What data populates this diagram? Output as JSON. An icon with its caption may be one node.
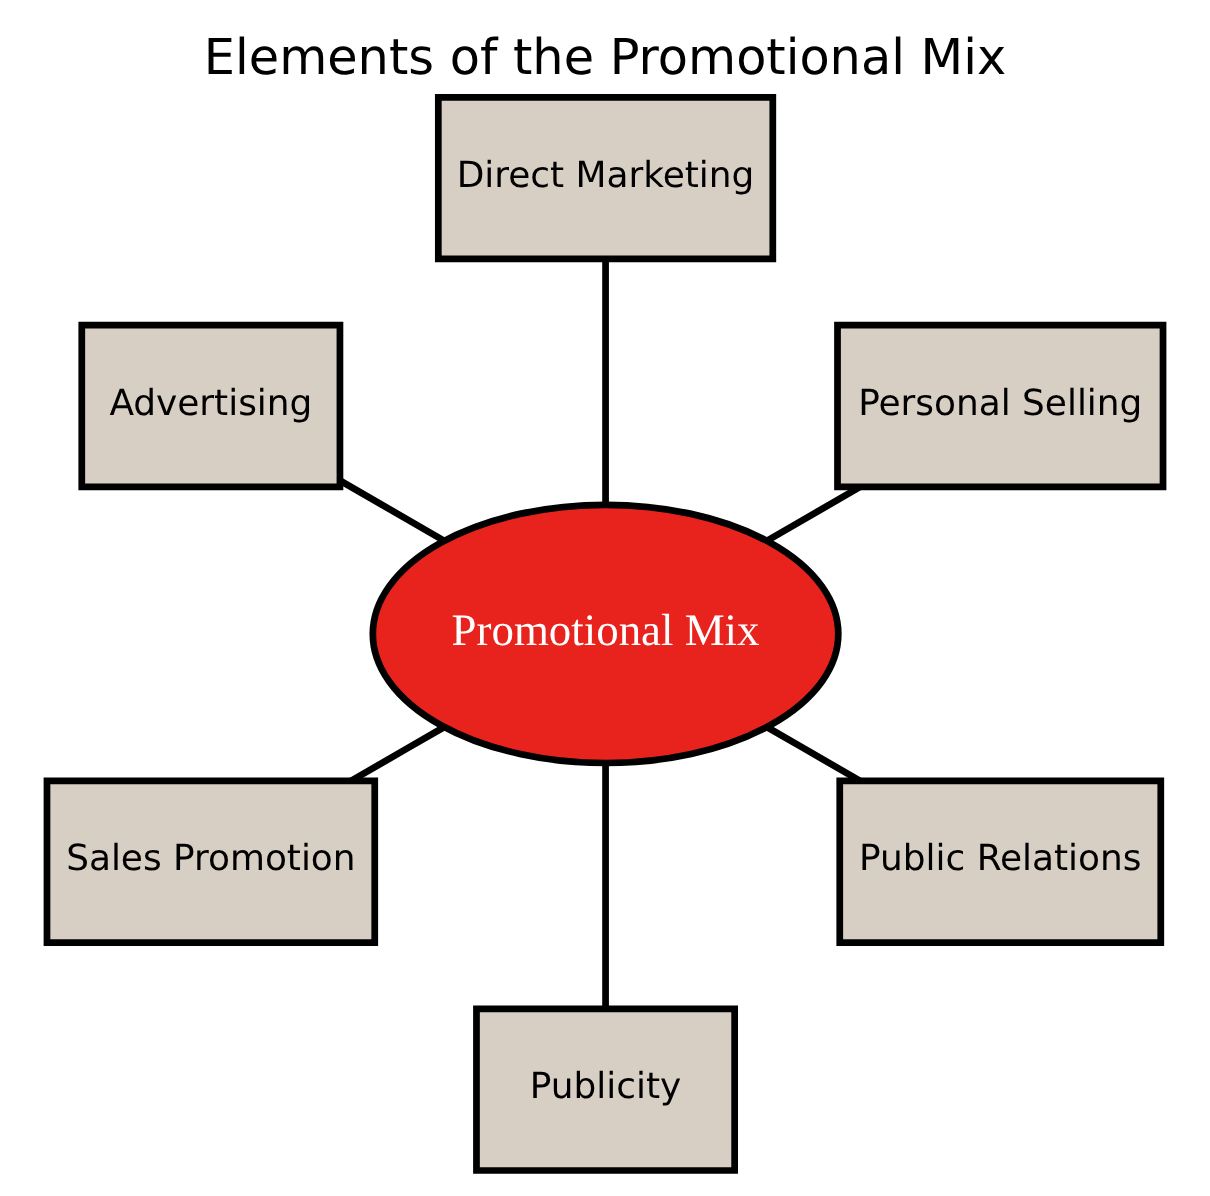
{
  "diagram": {
    "title": "Elements of the Promotional Mix",
    "nodes": [
      {
        "text": [
          "Promotional Mix"
        ]
      },
      {
        "text": [
          "Personal Selling"
        ]
      },
      {
        "text": [
          "Direct Marketing"
        ]
      },
      {
        "text": [
          "Advertising"
        ]
      },
      {
        "text": [
          "Sales Promotion"
        ]
      },
      {
        "text": [
          "Publicity"
        ]
      },
      {
        "text": [
          "Public Relations"
        ]
      }
    ],
    "edges": [
      {
        "from": 0,
        "to": 1,
        "arrow": "none"
      },
      {
        "from": 0,
        "to": 2,
        "arrow": "none"
      },
      {
        "from": 0,
        "to": 3,
        "arrow": "none"
      },
      {
        "from": 0,
        "to": 4,
        "arrow": "none"
      },
      {
        "from": 0,
        "to": 5,
        "arrow": "none"
      },
      {
        "from": 0,
        "to": 6,
        "arrow": "none"
      }
    ]
  }
}
